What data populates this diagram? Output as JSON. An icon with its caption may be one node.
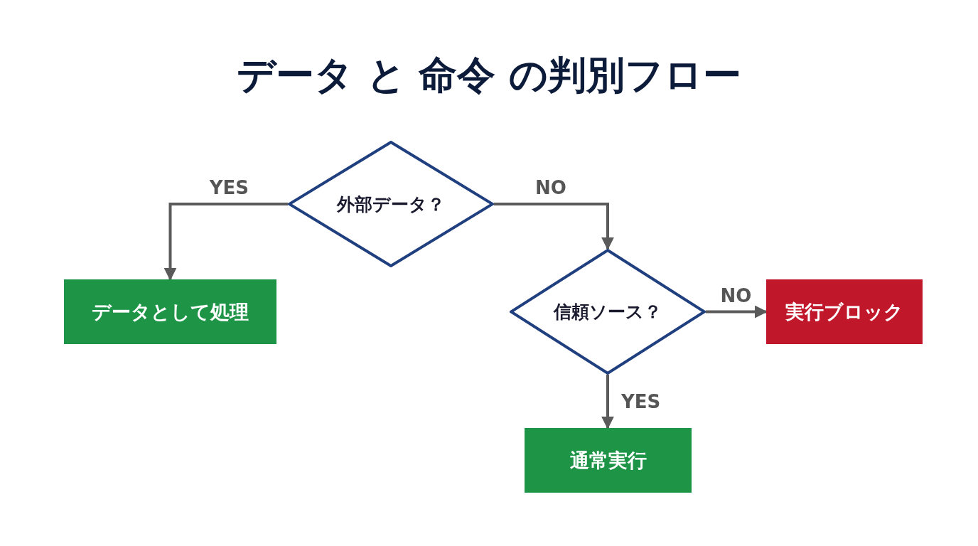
{
  "diagram": {
    "title": "データ と 命令 の判別フロー",
    "nodes": [
      {
        "text": [
          "外部データ？"
        ]
      },
      {
        "text": [
          "データとして処理"
        ]
      },
      {
        "text": [
          "信頼ソース？"
        ]
      },
      {
        "text": [
          "実行ブロック"
        ]
      },
      {
        "text": [
          "通常実行"
        ]
      }
    ],
    "edges": [
      {
        "from": 0,
        "to": 1,
        "arrow": "to",
        "label": "YES"
      },
      {
        "from": 0,
        "to": 2,
        "arrow": "to",
        "label": "NO"
      },
      {
        "from": 2,
        "to": 3,
        "arrow": "to",
        "label": "NO"
      },
      {
        "from": 2,
        "to": 4,
        "arrow": "to",
        "label": "YES"
      }
    ]
  }
}
